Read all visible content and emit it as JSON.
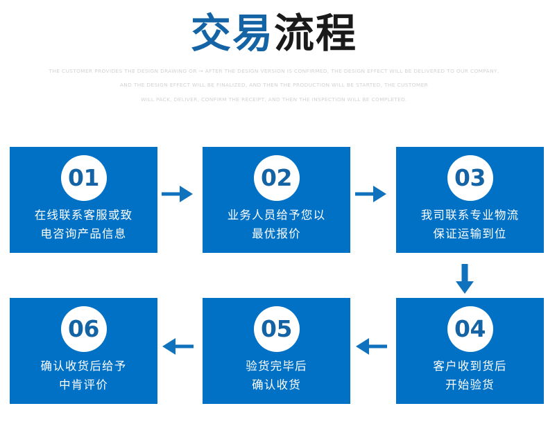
{
  "header": {
    "title_blue": "交易",
    "title_dark": "流程",
    "subtitle_lines": [
      "THE CUSTOMER PROVIDES THE DESIGN DRAWING OR → AFTER THE DESIGN VERSION IS CONFIRMED, THE DESIGN EFFECT WILL BE DELIVERED TO OUR COMPANY,",
      "AND THE DESIGN EFFECT WILL BE FINALIZED, AND THEN THE PRODUCTION WILL BE STARTED, THE CUSTOMER",
      "WILL PACK, DELIVER, CONFIRM THE RECEIPT, AND THEN THE INSPECTION WILL BE COMPLETED."
    ]
  },
  "colors": {
    "card_blue": "#0071c5",
    "accent_blue": "#1464a5",
    "arrow_blue": "#1072bd",
    "title_dark": "#1a1a1a",
    "subtitle_gray": "#d2d2d2"
  },
  "steps": [
    {
      "number": "01",
      "line1": "在线联系客服或致",
      "line2": "电咨询产品信息"
    },
    {
      "number": "02",
      "line1": "业务人员给予您以",
      "line2": "最优报价"
    },
    {
      "number": "03",
      "line1": "我司联系专业物流",
      "line2": "保证运输到位"
    },
    {
      "number": "04",
      "line1": "客户收到货后",
      "line2": "开始验货"
    },
    {
      "number": "05",
      "line1": "验货完毕后",
      "line2": "确认收货"
    },
    {
      "number": "06",
      "line1": "确认收货后给予",
      "line2": "中肯评价"
    }
  ],
  "arrows": [
    {
      "name": "arrow-step1-to-step2",
      "direction": "right"
    },
    {
      "name": "arrow-step2-to-step3",
      "direction": "right"
    },
    {
      "name": "arrow-step3-to-step4",
      "direction": "down"
    },
    {
      "name": "arrow-step4-to-step5",
      "direction": "left"
    },
    {
      "name": "arrow-step5-to-step6",
      "direction": "left"
    }
  ]
}
